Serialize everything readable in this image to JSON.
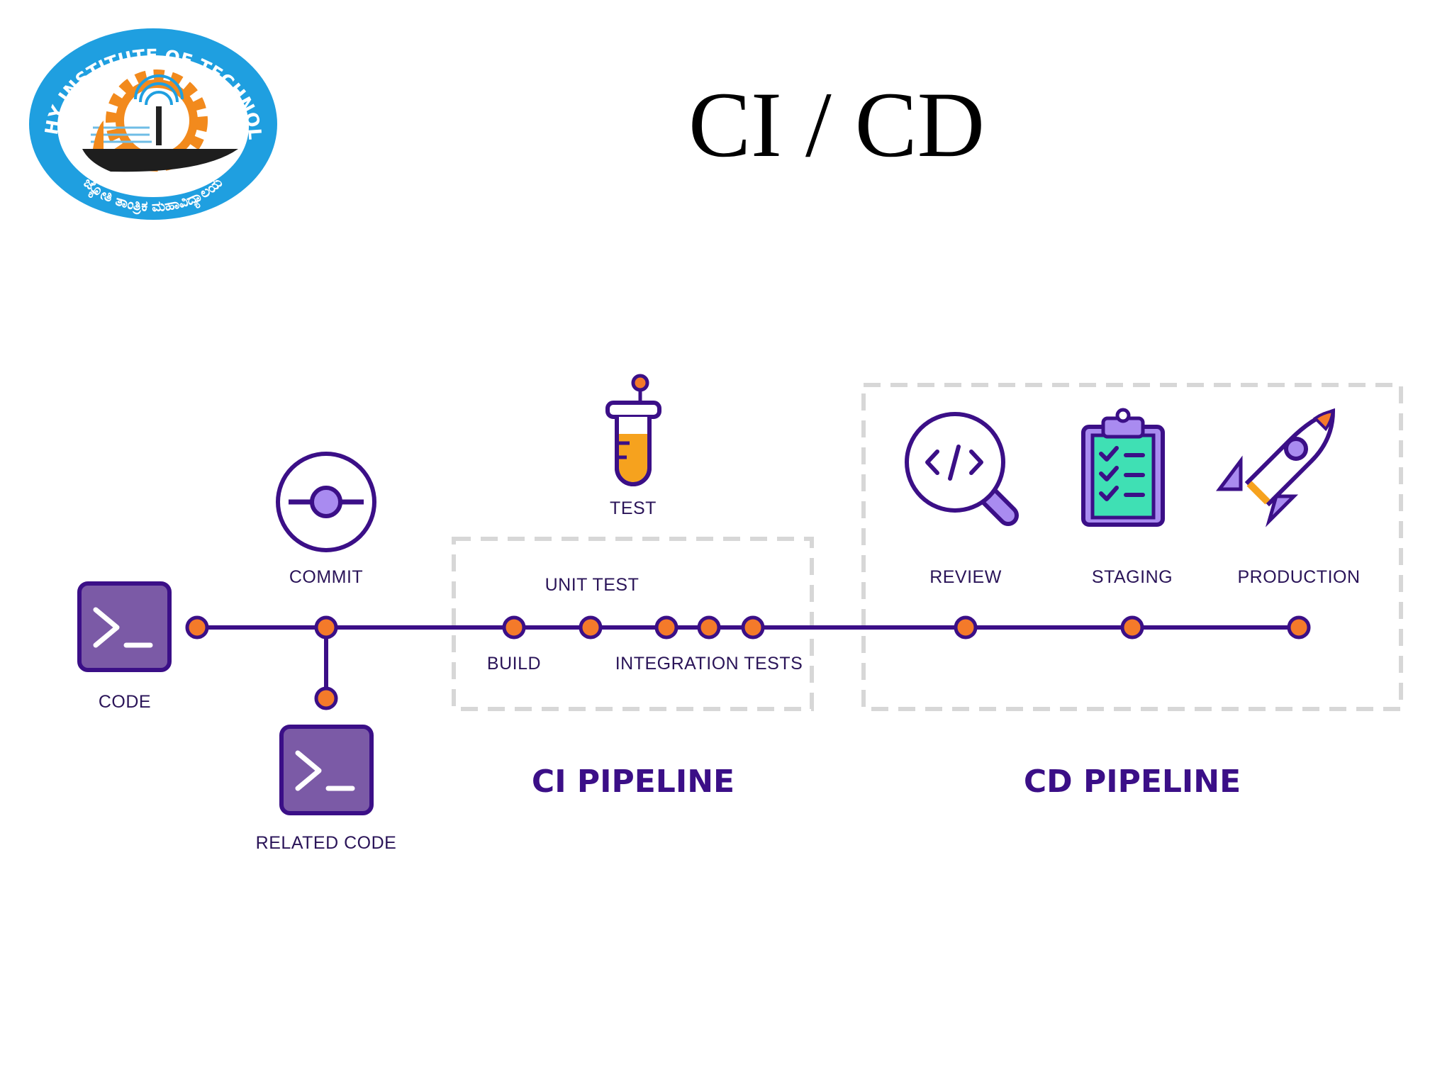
{
  "slide": {
    "title": "CI / CD"
  },
  "logo": {
    "ring_text": "JYOTHY INSTITUTE OF TECHNOLOGY",
    "kannada_text": "ಜ್ಯೋತಿ ತಾಂತ್ರಿಕ ಮಹಾವಿದ್ಯಾಲಯ"
  },
  "stages": {
    "code": "CODE",
    "commit": "COMMIT",
    "related_code": "RELATED CODE",
    "test": "TEST",
    "unit_test": "UNIT TEST",
    "build": "BUILD",
    "integration_tests": "INTEGRATION TESTS",
    "review": "REVIEW",
    "staging": "STAGING",
    "production": "PRODUCTION"
  },
  "pipelines": {
    "ci": "CI PIPELINE",
    "cd": "CD PIPELINE"
  },
  "colors": {
    "purple_dark": "#3b0f87",
    "purple_fill": "#7b5aa6",
    "orange": "#f47a2a",
    "violet": "#a98bf0",
    "teal": "#3fe0b4",
    "dash_gray": "#d7d7d7",
    "logo_blue": "#1f9fe0"
  }
}
